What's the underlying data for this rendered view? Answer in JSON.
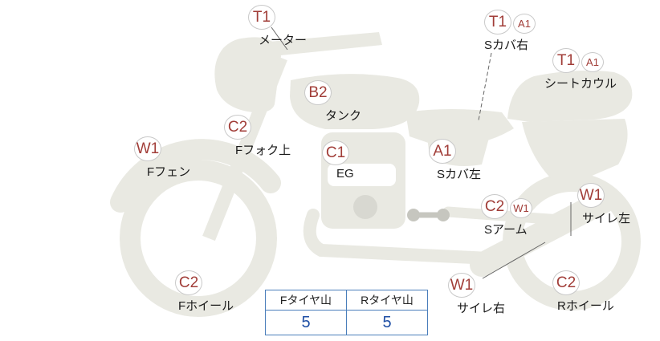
{
  "diagram_title": "motorcycle-condition-diagram",
  "callouts": [
    {
      "grade": "T1",
      "part": "メーター"
    },
    {
      "grade": "T1",
      "sub": "A1",
      "part": "Sカバ右"
    },
    {
      "grade": "T1",
      "sub": "A1",
      "part": "シートカウル"
    },
    {
      "grade": "B2",
      "part": "タンク"
    },
    {
      "grade": "C2",
      "part": "Fフォク上"
    },
    {
      "grade": "W1",
      "part": "Fフェン"
    },
    {
      "grade": "C1",
      "part": "EG"
    },
    {
      "grade": "A1",
      "part": "Sカバ左"
    },
    {
      "grade": "C2",
      "sub": "W1",
      "part": "Sアーム"
    },
    {
      "grade": "W1",
      "part": "サイレ左"
    },
    {
      "grade": "C2",
      "part": "Fホイール"
    },
    {
      "grade": "W1",
      "part": "サイレ右"
    },
    {
      "grade": "C2",
      "part": "Rホイール"
    }
  ],
  "tire_table": {
    "front_header": "Fタイヤ山",
    "rear_header": "Rタイヤ山",
    "front_value": "5",
    "rear_value": "5"
  },
  "colors": {
    "grade_text": "#a13d38",
    "badge_border": "#c9c9c9",
    "bike_body": "#e9e9e2",
    "bike_detail": "#c6c6bf",
    "table_border": "#4a7ebb",
    "table_value": "#1f4fa5"
  }
}
